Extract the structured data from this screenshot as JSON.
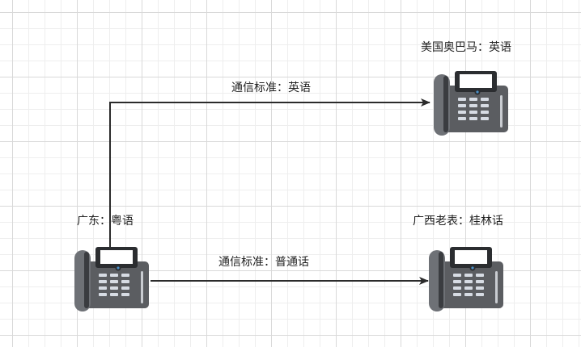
{
  "nodes": {
    "guangdong": {
      "label": "广东：粤语",
      "icon": "telephone-icon"
    },
    "obama": {
      "label": "美国奥巴马：英语",
      "icon": "telephone-icon"
    },
    "guangxi": {
      "label": "广西老表：桂林话",
      "icon": "telephone-icon"
    }
  },
  "edges": {
    "to_obama": {
      "label": "通信标准：英语"
    },
    "to_guangxi": {
      "label": "通信标准：普通话"
    }
  },
  "colors": {
    "phone_body": "#5b5d61",
    "phone_dark": "#2b2d30",
    "phone_handset": "#6e7176",
    "screen": "#ffffff",
    "keys": "#d7dce4",
    "edge": "#2b2b2b"
  }
}
